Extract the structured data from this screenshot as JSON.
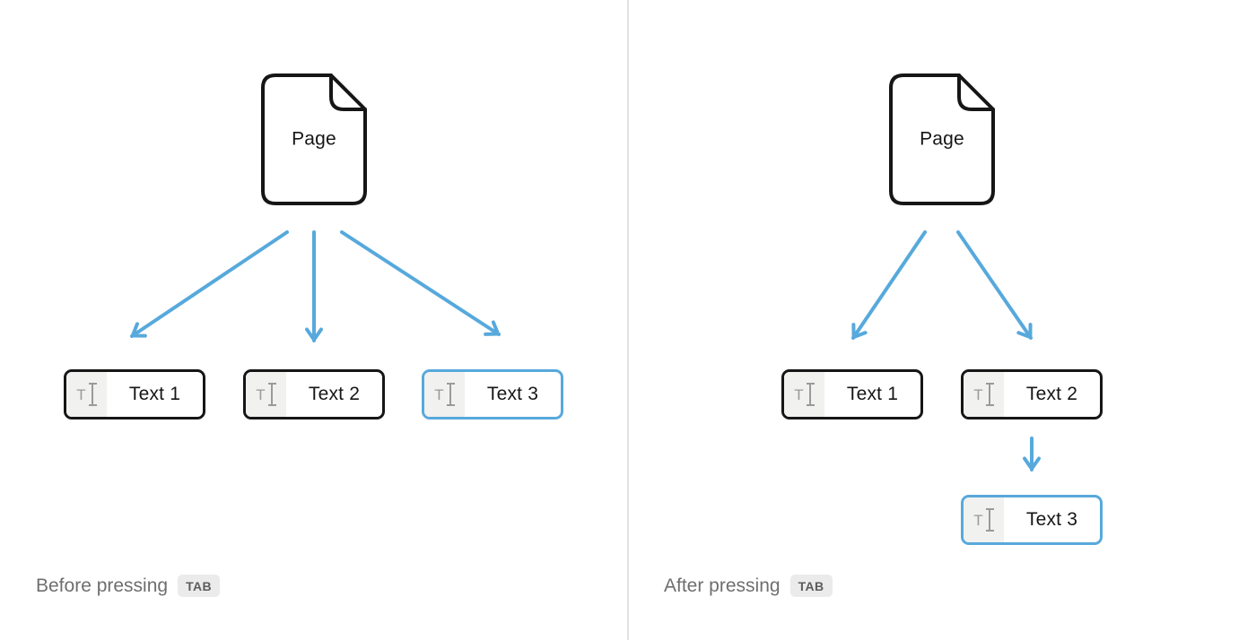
{
  "colors": {
    "accent": "#57a9dc",
    "ink": "#161616",
    "chip-bg": "#f1f1ef",
    "icon-gray": "#9a9a9a",
    "muted-text": "#6e6e6e",
    "badge-bg": "#ebebeb",
    "badge-text": "#5c5c5c",
    "divider": "#e3e3e3"
  },
  "panels": [
    {
      "id": "before",
      "page_label": "Page",
      "blocks": [
        {
          "label": "Text 1",
          "highlighted": false
        },
        {
          "label": "Text 2",
          "highlighted": false
        },
        {
          "label": "Text 3",
          "highlighted": true
        }
      ],
      "caption": "Before pressing",
      "key": "TAB"
    },
    {
      "id": "after",
      "page_label": "Page",
      "blocks": [
        {
          "label": "Text 1",
          "highlighted": false
        },
        {
          "label": "Text 2",
          "highlighted": false
        },
        {
          "label": "Text 3",
          "highlighted": true
        }
      ],
      "caption": "After pressing",
      "key": "TAB"
    }
  ]
}
